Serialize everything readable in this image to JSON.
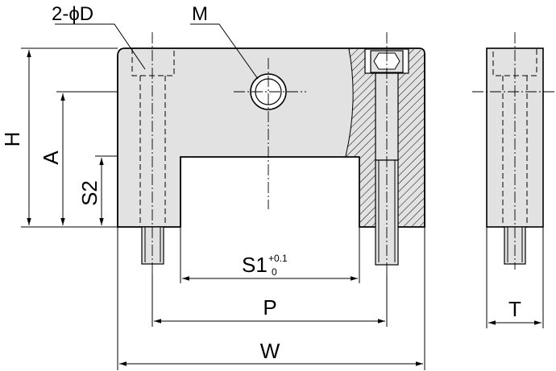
{
  "labels": {
    "holes": "2-ϕD",
    "thread": "M",
    "height": "H",
    "center_height": "A",
    "slot_depth": "S2",
    "slot_width": "S1",
    "slot_width_tol_upper": "+0.1",
    "slot_width_tol_lower": "0",
    "pitch": "P",
    "width": "W",
    "thickness": "T"
  },
  "colors": {
    "body_fill": "#e2e2e2",
    "line": "#000000"
  }
}
